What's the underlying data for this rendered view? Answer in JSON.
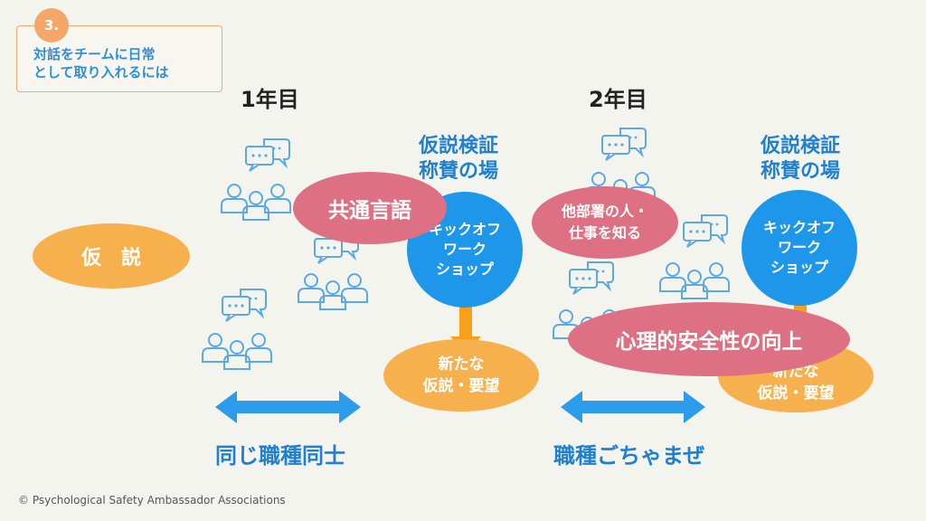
{
  "slide": {
    "number_badge": "3.",
    "topic_line1": "対話をチームに日常",
    "topic_line2": "として取り入れるには",
    "copyright": "© Psychological Safety Ambassador Associations"
  },
  "hypothesis": {
    "label": "仮　説"
  },
  "year1": {
    "heading": "1年目",
    "common_language": "共通言語",
    "venue_line1": "仮説検証",
    "venue_line2": "称賛の場",
    "workshop_line1": "キックオフ",
    "workshop_line2": "ワーク",
    "workshop_line3": "ショップ",
    "result_line1": "新たな",
    "result_line2": "仮説・要望",
    "bottom_label": "同じ職種同士"
  },
  "year2": {
    "heading": "2年目",
    "other_dept_line1": "他部署の人・",
    "other_dept_line2": "仕事を知る",
    "venue_line1": "仮説検証",
    "venue_line2": "称賛の場",
    "workshop_line1": "キックオフ",
    "workshop_line2": "ワーク",
    "workshop_line3": "ショップ",
    "result_line1": "新たな",
    "result_line2": "仮説・要望",
    "psych_safety": "心理的安全性の向上",
    "bottom_label": "職種ごちゃまぜ"
  },
  "colors": {
    "blue": "#1f7fd0",
    "orange": "#f7b04e",
    "pink": "#dd7183",
    "circle_blue": "#1e97ea",
    "arrow_blue": "#2b9bea",
    "icon_blue": "#5aa9e6"
  }
}
